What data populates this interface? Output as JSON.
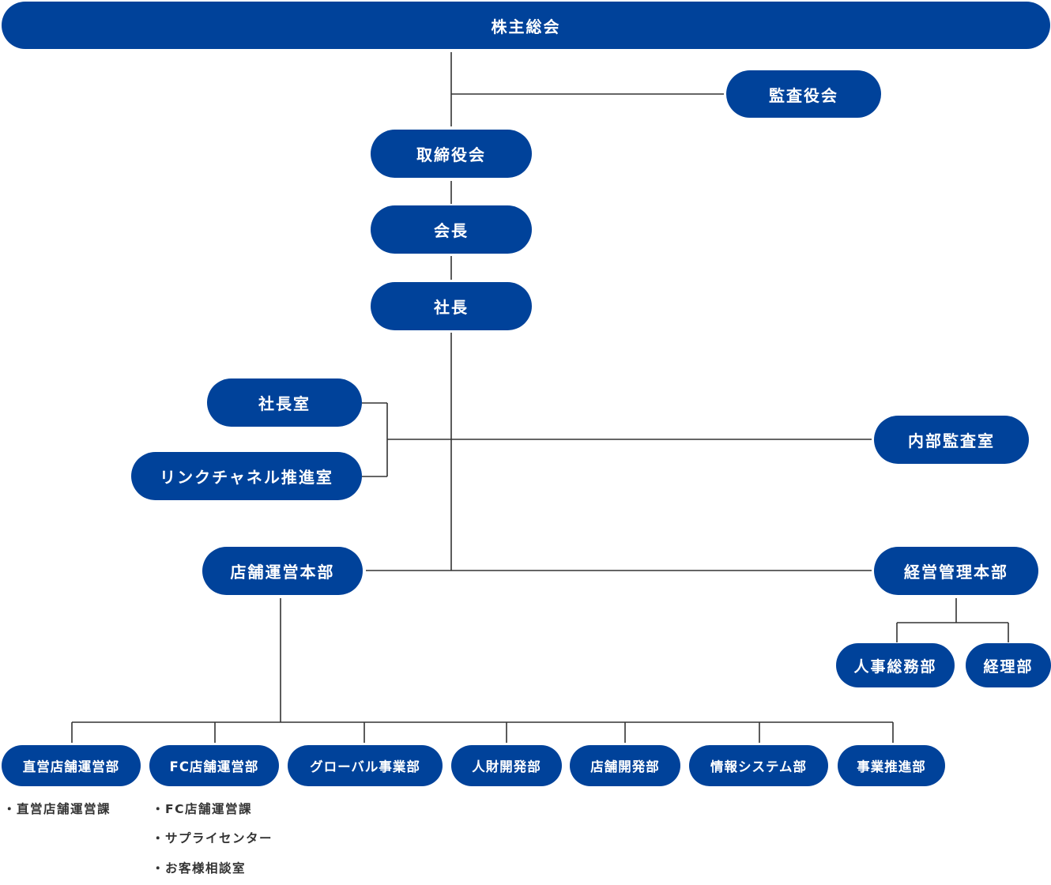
{
  "nodes": {
    "shareholders": "株主総会",
    "auditors": "監査役会",
    "board": "取締役会",
    "chairman": "会長",
    "president": "社長",
    "presidents_office": "社長室",
    "link_channel": "リンクチャネル推進室",
    "internal_audit": "内部監査室",
    "store_operations_hq": "店舗運営本部",
    "management_hq": "経営管理本部",
    "hr_general_affairs": "人事総務部",
    "accounting": "経理部",
    "direct_store_ops": "直営店舗運営部",
    "fc_store_ops": "FC店舗運営部",
    "global_business": "グローバル事業部",
    "human_resources_dev": "人財開発部",
    "store_development": "店舗開発部",
    "info_systems": "情報システム部",
    "business_promotion": "事業推進部"
  },
  "sections": {
    "direct_store_ops": [
      "・直営店舗運営課"
    ],
    "fc_store_ops": [
      "・FC店舗運営課",
      "・サプライセンター",
      "・お客様相談室"
    ]
  },
  "colors": {
    "node_fill": "#00429a",
    "node_text": "#ffffff",
    "connector": "#333333"
  }
}
